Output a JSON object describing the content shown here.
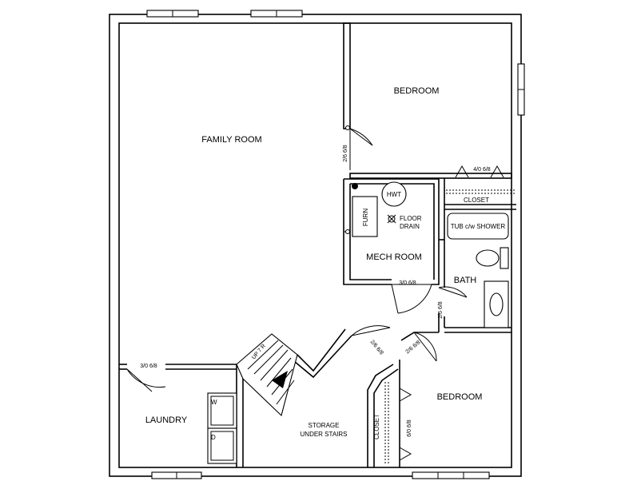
{
  "rooms": {
    "family_room": "FAMILY ROOM",
    "bedroom_top": "BEDROOM",
    "bedroom_bottom": "BEDROOM",
    "mech_room": "MECH ROOM",
    "bath": "BATH",
    "laundry": "LAUNDRY",
    "storage_line1": "STORAGE",
    "storage_line2": "UNDER STAIRS",
    "closet_top": "CLOSET",
    "closet_bottom": "CLOSET"
  },
  "fixtures": {
    "hwt": "HWT",
    "furn": "FURN",
    "floor_drain_line1": "FLOOR",
    "floor_drain_line2": "DRAIN",
    "tub": "TUB c/w SHOWER",
    "washer": "W",
    "dryer": "D",
    "stair": "UP 7 R"
  },
  "doors": {
    "family_bedroom": "2/6 6/8",
    "closet_bifold": "4/0 6/8",
    "mech": "3/0 6/8",
    "bath": "2/6 6/8",
    "laundry": "3/0 6/8",
    "storage": "2/6 6/8",
    "bedroom_bottom": "2/6 6/8",
    "closet_bottom": "6/0 6/8"
  }
}
